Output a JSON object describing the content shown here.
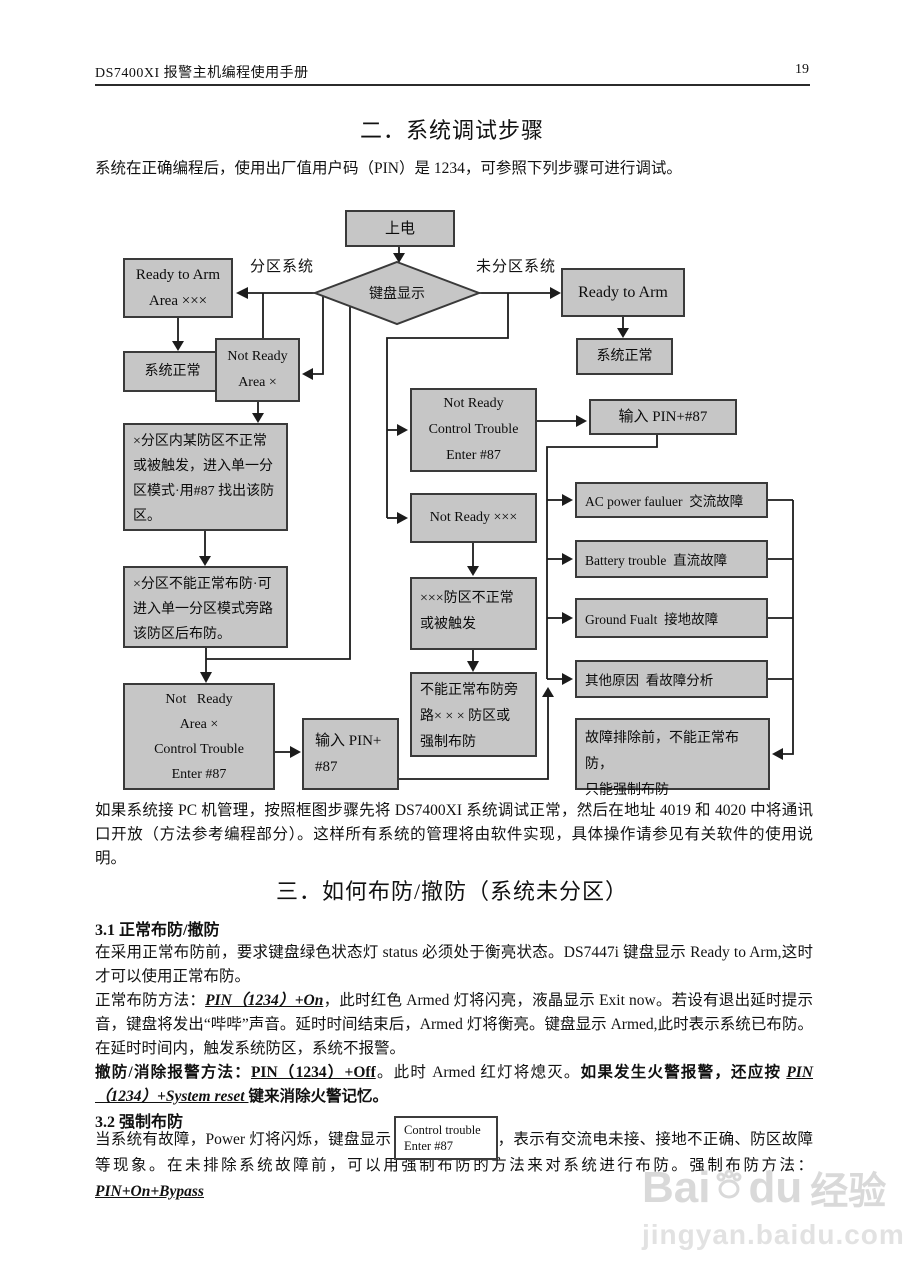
{
  "page": {
    "header_left": "DS7400XI 报警主机编程使用手册",
    "page_number": "19"
  },
  "section2": {
    "title": "二．系统调试步骤",
    "intro": "系统在正确编程后，使用出厂值用户码（PIN）是 1234，可参照下列步骤可进行调试。",
    "after_note": "如果系统接 PC 机管理，按照框图步骤先将 DS7400XI 系统调试正常，然后在地址 4019 和 4020 中将通讯口开放（方法参考编程部分）。这样所有系统的管理将由软件实现，具体操作请参见有关软件的使用说明。"
  },
  "flowchart": {
    "branch_left_label": "分区系统",
    "branch_right_label": "未分区系统",
    "diamond_label": "键盘显示",
    "boxes": {
      "power_on": "上电",
      "ready_arm_area": "Ready to Arm\nArea ×××",
      "ready_arm": "Ready to Arm",
      "sys_normal_left": "系统正常",
      "sys_normal_right": "系统正常",
      "not_ready_area": "Not Ready\nArea ×",
      "zone_abnormal": "×分区内某防区不正常\n或被触发，进入单一分\n区模式·用#87 找出该防\n区。",
      "zone_cannot_arm": "×分区不能正常布防·可\n进入单一分区模式旁路\n该防区后布防。",
      "bl_not_ready": "Not   Ready\nArea ×\nControl Trouble\nEnter #87",
      "enter_pin_bottom": "输入 PIN+\n#87",
      "mid_not_ready_ct": "Not Ready\nControl Trouble\nEnter #87",
      "not_ready_xxx": "Not Ready ×××",
      "xxx_zone": "×××防区不正常\n或被触发",
      "cannot_arm_bypass": "不能正常布防旁\n路× × × 防区或\n强制布防",
      "enter_pin_right": "输入 PIN+#87",
      "ac_power": "AC power fauluer  交流故障",
      "battery": "Battery trouble  直流故障",
      "ground": "Ground Fualt  接地故障",
      "other_reason": "其他原因  看故障分析",
      "fault_before": "故障排除前，不能正常布防，\n只能强制布防"
    }
  },
  "section3": {
    "title": "三．如何布防/撤防（系统未分区）",
    "h31": "3.1 正常布防/撤防",
    "p31a": "在采用正常布防前，要求键盘绿色状态灯 status 必须处于衡亮状态。DS7447i 键盘显示 Ready to Arm,这时才可以使用正常布防。",
    "p31b_prefix": "正常布防方法：",
    "p31b_formula": "PIN（1234）+On",
    "p31b_rest": "，此时红色 Armed 灯将闪亮，液晶显示 Exit now。若设有退出延时提示音，键盘将发出“哔哔”声音。延时时间结束后，Armed 灯将衡亮。键盘显示 Armed,此时表示系统已布防。在延时时间内，触发系统防区，系统不报警。",
    "p31c_prefix": "撤防/消除报警方法：",
    "p31c_formula1": "PIN（1234）+Off",
    "p31c_mid1": "。此时 Armed 红灯将熄灭。",
    "p31c_mid2": "如果发生火警报警，还应按 ",
    "p31c_formula2": "PIN（1234）+System reset ",
    "p31c_rest": "键来消除火警记忆。",
    "h32": "3.2 强制布防",
    "p32_seg1": "当系统有故障，Power 灯将闪烁，键盘显示",
    "kbox_line1": "Control trouble",
    "kbox_line2": "Enter #87",
    "p32_seg2": "，表示有交流电未接、接地不正确、防区故障等现象。在未排除系统故障前，可以用强制布防的方法来对系统进行布防。强制布防方法：",
    "p32_formula": "PIN+On+Bypass"
  },
  "watermark": {
    "brand_bai": "Bai",
    "brand_du": "du",
    "brand_suffix": "经验",
    "url": "jingyan.baidu.com"
  }
}
